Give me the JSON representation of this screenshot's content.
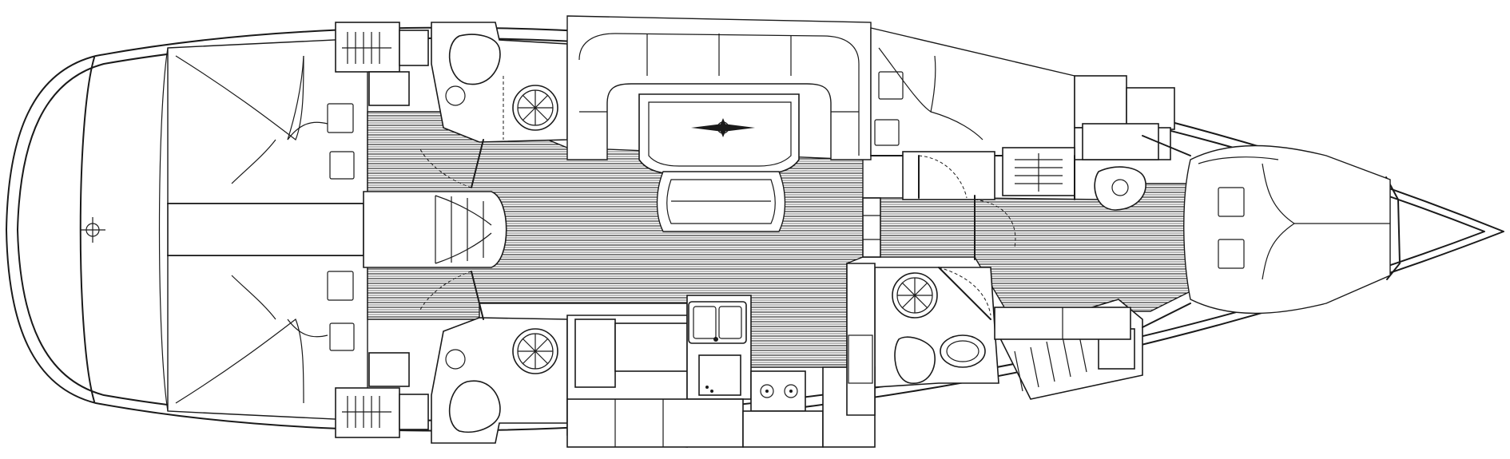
{
  "diagram": {
    "kind": "yacht-interior-layout",
    "labels": [],
    "colors": {
      "line": "#1a1a1a",
      "background": "#ffffff",
      "deck_stripe": "#1a1a1a"
    },
    "zones": [
      {
        "id": "aft-cabin-port"
      },
      {
        "id": "aft-cabin-starboard"
      },
      {
        "id": "aft-head-port"
      },
      {
        "id": "aft-head-starboard"
      },
      {
        "id": "saloon"
      },
      {
        "id": "galley"
      },
      {
        "id": "nav-station"
      },
      {
        "id": "mid-head"
      },
      {
        "id": "forward-cabin"
      },
      {
        "id": "forward-head"
      },
      {
        "id": "companionway"
      }
    ]
  }
}
